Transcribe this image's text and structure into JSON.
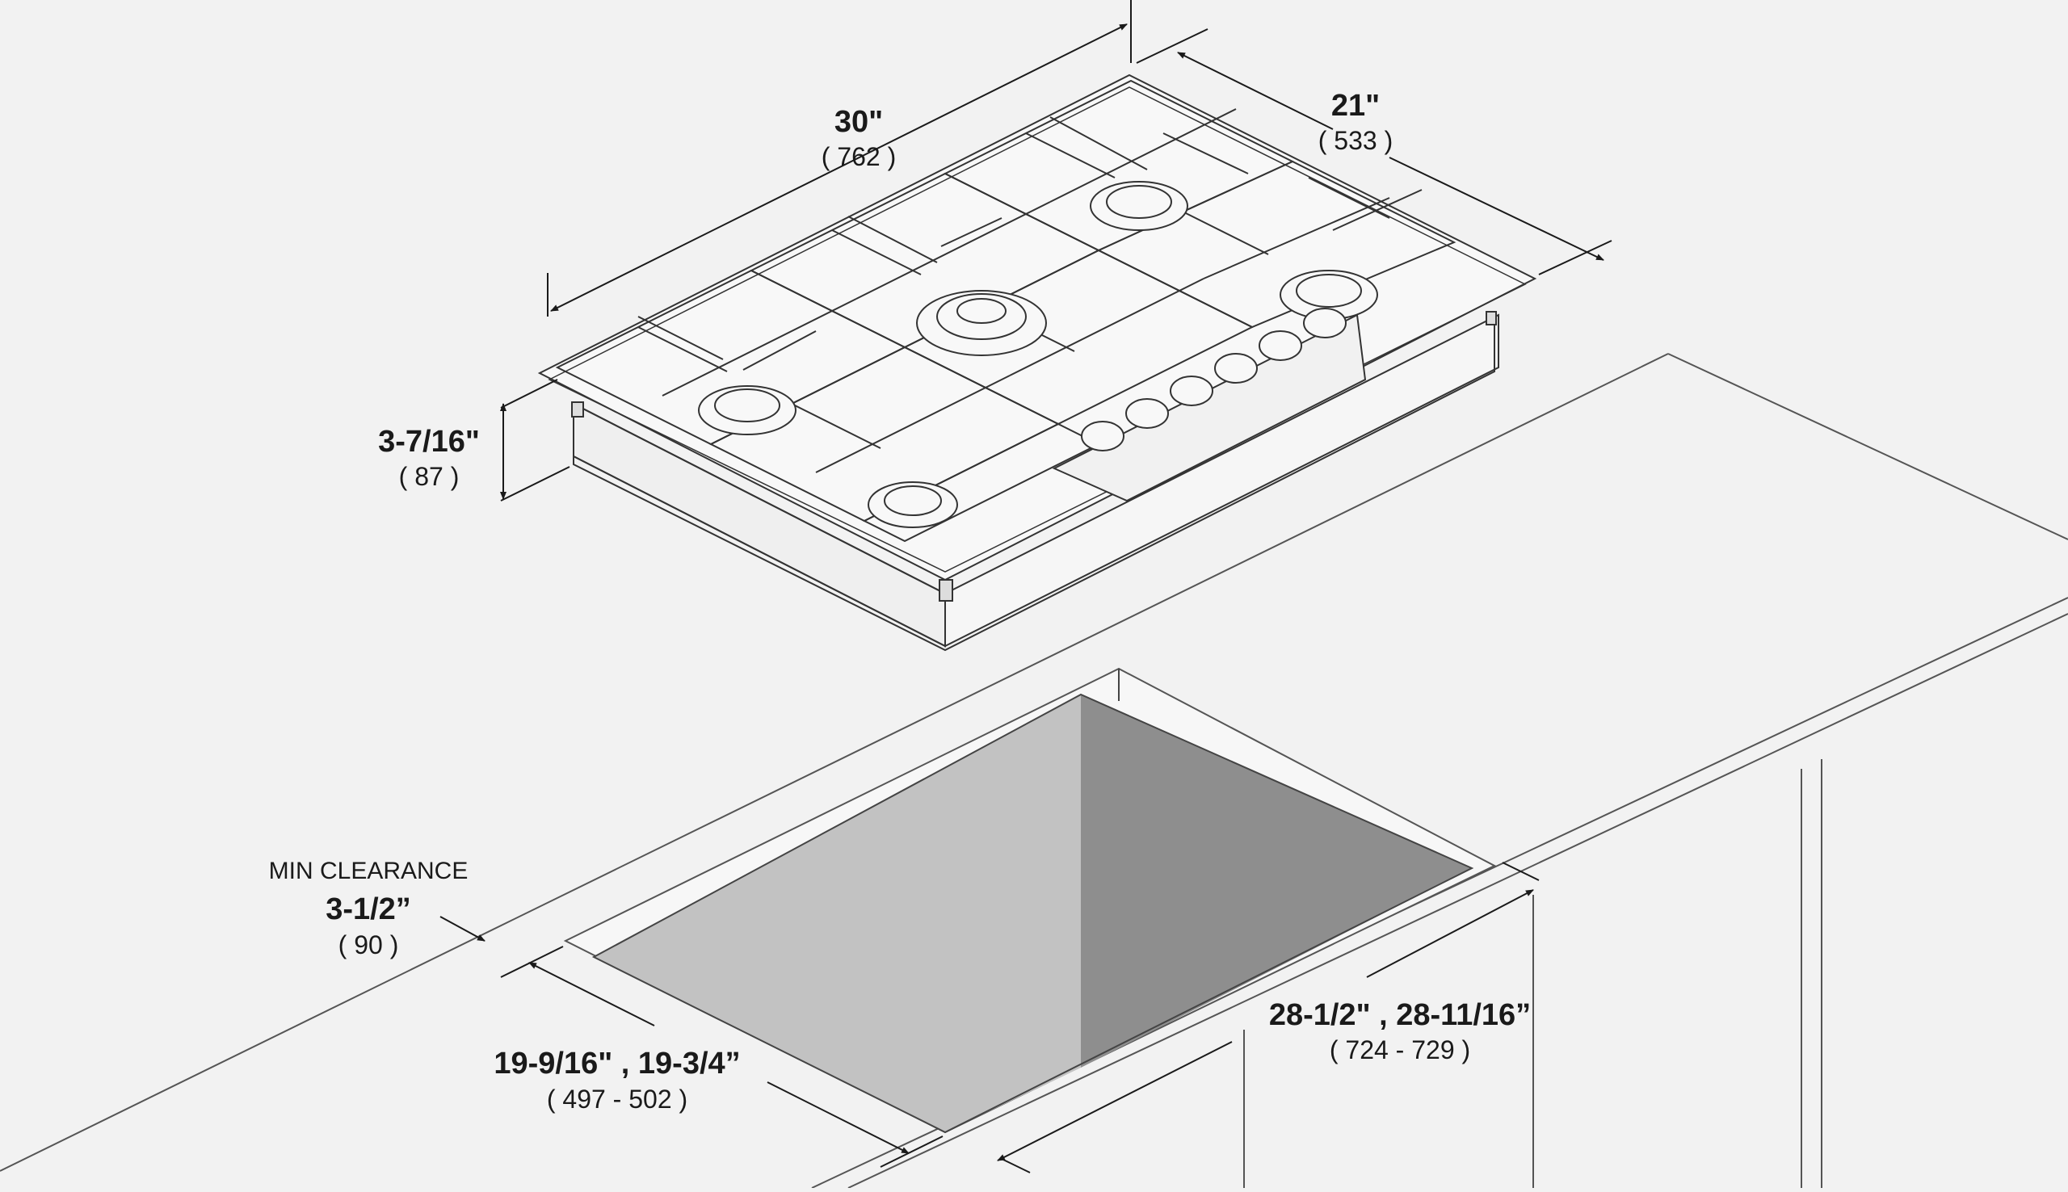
{
  "dimensions": {
    "width": {
      "imperial": "30\"",
      "metric": "( 762 )"
    },
    "depth": {
      "imperial": "21\"",
      "metric": "( 533 )"
    },
    "height": {
      "imperial": "3-7/16\"",
      "metric": "( 87 )"
    },
    "clearance": {
      "caption": "MIN CLEARANCE",
      "imperial": "3-1/2”",
      "metric": "( 90 )"
    },
    "cutout_depth": {
      "imperial": "19-9/16\" , 19-3/4”",
      "metric": "( 497 - 502 )"
    },
    "cutout_width": {
      "imperial": "28-1/2\" , 28-11/16”",
      "metric": "( 724 - 729 )"
    }
  },
  "colors": {
    "background": "#f2f2f2",
    "line": "#3a3a3a",
    "cutout_left_wall": "#c2c2c2",
    "cutout_right_wall": "#8e8e8e"
  }
}
